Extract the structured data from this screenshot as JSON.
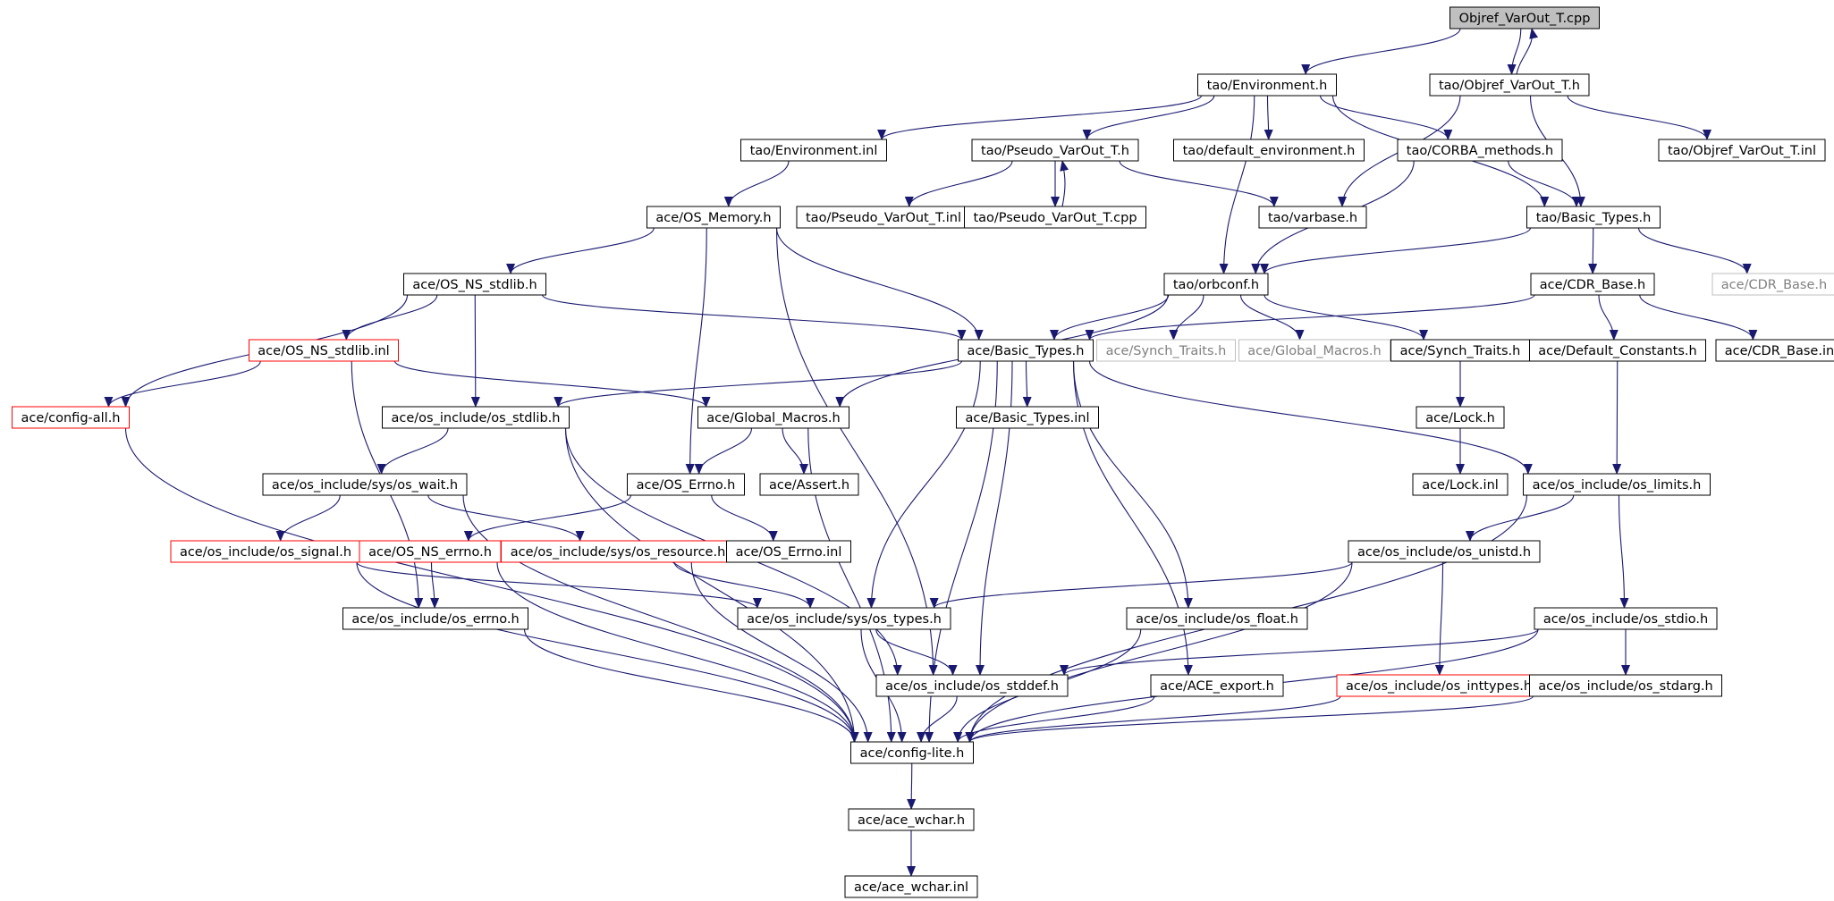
{
  "graph": {
    "nodes": [
      {
        "id": "objref_cpp",
        "label": "Objref_VarOut_T.cpp",
        "style": "root"
      },
      {
        "id": "tao_env_h",
        "label": "tao/Environment.h",
        "style": "normal"
      },
      {
        "id": "tao_objref_h",
        "label": "tao/Objref_VarOut_T.h",
        "style": "normal"
      },
      {
        "id": "tao_env_inl",
        "label": "tao/Environment.inl",
        "style": "normal"
      },
      {
        "id": "tao_pseudo_h",
        "label": "tao/Pseudo_VarOut_T.h",
        "style": "normal"
      },
      {
        "id": "tao_default_env",
        "label": "tao/default_environment.h",
        "style": "normal"
      },
      {
        "id": "tao_corba_methods",
        "label": "tao/CORBA_methods.h",
        "style": "normal"
      },
      {
        "id": "tao_objref_inl",
        "label": "tao/Objref_VarOut_T.inl",
        "style": "normal"
      },
      {
        "id": "ace_os_memory",
        "label": "ace/OS_Memory.h",
        "style": "normal"
      },
      {
        "id": "tao_pseudo_inl",
        "label": "tao/Pseudo_VarOut_T.inl",
        "style": "normal"
      },
      {
        "id": "tao_pseudo_cpp",
        "label": "tao/Pseudo_VarOut_T.cpp",
        "style": "normal"
      },
      {
        "id": "tao_varbase",
        "label": "tao/varbase.h",
        "style": "normal"
      },
      {
        "id": "tao_basic_types",
        "label": "tao/Basic_Types.h",
        "style": "normal"
      },
      {
        "id": "ace_os_ns_stdlib_h",
        "label": "ace/OS_NS_stdlib.h",
        "style": "normal"
      },
      {
        "id": "tao_orbconf",
        "label": "tao/orbconf.h",
        "style": "normal"
      },
      {
        "id": "ace_cdr_base_h",
        "label": "ace/CDR_Base.h",
        "style": "normal"
      },
      {
        "id": "ace_cdr_base_gray",
        "label": "ace/CDR_Base.h",
        "style": "gray"
      },
      {
        "id": "ace_os_ns_stdlib_inl",
        "label": "ace/OS_NS_stdlib.inl",
        "style": "red"
      },
      {
        "id": "ace_basic_types_h",
        "label": "ace/Basic_Types.h",
        "style": "normal"
      },
      {
        "id": "ace_synch_traits_gray",
        "label": "ace/Synch_Traits.h",
        "style": "gray"
      },
      {
        "id": "ace_global_macros_gray",
        "label": "ace/Global_Macros.h",
        "style": "gray"
      },
      {
        "id": "ace_synch_traits",
        "label": "ace/Synch_Traits.h",
        "style": "normal"
      },
      {
        "id": "ace_default_constants",
        "label": "ace/Default_Constants.h",
        "style": "normal"
      },
      {
        "id": "ace_cdr_base_inl",
        "label": "ace/CDR_Base.inl",
        "style": "normal"
      },
      {
        "id": "ace_config_all",
        "label": "ace/config-all.h",
        "style": "red"
      },
      {
        "id": "ace_os_stdlib",
        "label": "ace/os_include/os_stdlib.h",
        "style": "normal"
      },
      {
        "id": "ace_global_macros",
        "label": "ace/Global_Macros.h",
        "style": "normal"
      },
      {
        "id": "ace_basic_types_inl",
        "label": "ace/Basic_Types.inl",
        "style": "normal"
      },
      {
        "id": "ace_lock_h",
        "label": "ace/Lock.h",
        "style": "normal"
      },
      {
        "id": "ace_os_wait",
        "label": "ace/os_include/sys/os_wait.h",
        "style": "normal"
      },
      {
        "id": "ace_os_errno_h",
        "label": "ace/OS_Errno.h",
        "style": "normal"
      },
      {
        "id": "ace_assert",
        "label": "ace/Assert.h",
        "style": "normal"
      },
      {
        "id": "ace_lock_inl",
        "label": "ace/Lock.inl",
        "style": "normal"
      },
      {
        "id": "ace_os_limits",
        "label": "ace/os_include/os_limits.h",
        "style": "normal"
      },
      {
        "id": "ace_os_signal",
        "label": "ace/os_include/os_signal.h",
        "style": "red"
      },
      {
        "id": "ace_os_ns_errno",
        "label": "ace/OS_NS_errno.h",
        "style": "red"
      },
      {
        "id": "ace_os_resource",
        "label": "ace/os_include/sys/os_resource.h",
        "style": "red"
      },
      {
        "id": "ace_os_errno_inl",
        "label": "ace/OS_Errno.inl",
        "style": "normal"
      },
      {
        "id": "ace_os_unistd",
        "label": "ace/os_include/os_unistd.h",
        "style": "normal"
      },
      {
        "id": "ace_os_inc_errno",
        "label": "ace/os_include/os_errno.h",
        "style": "normal"
      },
      {
        "id": "ace_os_types",
        "label": "ace/os_include/sys/os_types.h",
        "style": "normal"
      },
      {
        "id": "ace_os_float",
        "label": "ace/os_include/os_float.h",
        "style": "normal"
      },
      {
        "id": "ace_os_stdio",
        "label": "ace/os_include/os_stdio.h",
        "style": "normal"
      },
      {
        "id": "ace_os_stddef",
        "label": "ace/os_include/os_stddef.h",
        "style": "normal"
      },
      {
        "id": "ace_ace_export",
        "label": "ace/ACE_export.h",
        "style": "normal"
      },
      {
        "id": "ace_os_inttypes",
        "label": "ace/os_include/os_inttypes.h",
        "style": "red"
      },
      {
        "id": "ace_os_stdarg",
        "label": "ace/os_include/os_stdarg.h",
        "style": "normal"
      },
      {
        "id": "ace_config_lite",
        "label": "ace/config-lite.h",
        "style": "normal"
      },
      {
        "id": "ace_ace_wchar_h",
        "label": "ace/ace_wchar.h",
        "style": "normal"
      },
      {
        "id": "ace_ace_wchar_inl",
        "label": "ace/ace_wchar.inl",
        "style": "normal"
      }
    ],
    "edges": [
      [
        "objref_cpp",
        "tao_env_h"
      ],
      [
        "objref_cpp",
        "tao_objref_h"
      ],
      [
        "tao_objref_h",
        "objref_cpp"
      ],
      [
        "tao_env_h",
        "tao_env_inl"
      ],
      [
        "tao_env_h",
        "tao_pseudo_h"
      ],
      [
        "tao_env_h",
        "tao_default_env"
      ],
      [
        "tao_env_h",
        "tao_corba_methods"
      ],
      [
        "tao_env_h",
        "tao_orbconf"
      ],
      [
        "tao_env_h",
        "tao_basic_types"
      ],
      [
        "tao_objref_h",
        "tao_objref_inl"
      ],
      [
        "tao_objref_h",
        "tao_varbase"
      ],
      [
        "tao_objref_h",
        "tao_basic_types"
      ],
      [
        "tao_env_inl",
        "ace_os_memory"
      ],
      [
        "tao_pseudo_h",
        "tao_pseudo_inl"
      ],
      [
        "tao_pseudo_h",
        "tao_pseudo_cpp"
      ],
      [
        "tao_pseudo_cpp",
        "tao_pseudo_h"
      ],
      [
        "tao_pseudo_h",
        "tao_varbase"
      ],
      [
        "tao_corba_methods",
        "tao_basic_types"
      ],
      [
        "tao_corba_methods",
        "tao_orbconf"
      ],
      [
        "ace_os_memory",
        "ace_os_ns_stdlib_h"
      ],
      [
        "ace_os_memory",
        "ace_os_errno_h"
      ],
      [
        "ace_os_memory",
        "ace_basic_types_h"
      ],
      [
        "ace_os_memory",
        "ace_os_stddef"
      ],
      [
        "tao_basic_types",
        "tao_orbconf"
      ],
      [
        "tao_basic_types",
        "ace_cdr_base_h"
      ],
      [
        "tao_basic_types",
        "ace_cdr_base_gray"
      ],
      [
        "ace_os_ns_stdlib_h",
        "ace_os_ns_stdlib_inl"
      ],
      [
        "ace_os_ns_stdlib_h",
        "ace_config_all"
      ],
      [
        "ace_os_ns_stdlib_h",
        "ace_basic_types_h"
      ],
      [
        "ace_os_ns_stdlib_h",
        "ace_os_stdlib"
      ],
      [
        "tao_orbconf",
        "ace_basic_types_h"
      ],
      [
        "tao_orbconf",
        "ace_synch_traits_gray"
      ],
      [
        "tao_orbconf",
        "ace_global_macros_gray"
      ],
      [
        "tao_orbconf",
        "ace_synch_traits"
      ],
      [
        "tao_orbconf",
        "ace_global_macros"
      ],
      [
        "ace_cdr_base_h",
        "ace_basic_types_h"
      ],
      [
        "ace_cdr_base_h",
        "ace_default_constants"
      ],
      [
        "ace_cdr_base_h",
        "ace_cdr_base_inl"
      ],
      [
        "ace_os_ns_stdlib_inl",
        "ace_config_all"
      ],
      [
        "ace_os_ns_stdlib_inl",
        "ace_global_macros"
      ],
      [
        "ace_os_ns_stdlib_inl",
        "ace_os_inc_errno"
      ],
      [
        "ace_basic_types_h",
        "ace_os_stdlib"
      ],
      [
        "ace_basic_types_h",
        "ace_basic_types_inl"
      ],
      [
        "ace_basic_types_h",
        "ace_os_limits"
      ],
      [
        "ace_basic_types_h",
        "ace_os_types"
      ],
      [
        "ace_basic_types_h",
        "ace_os_stddef"
      ],
      [
        "ace_basic_types_h",
        "ace_os_float"
      ],
      [
        "ace_basic_types_h",
        "ace_ace_export"
      ],
      [
        "ace_basic_types_h",
        "ace_config_lite"
      ],
      [
        "ace_synch_traits",
        "ace_lock_h"
      ],
      [
        "ace_default_constants",
        "ace_os_limits"
      ],
      [
        "ace_config_all",
        "ace_config_lite"
      ],
      [
        "ace_os_stdlib",
        "ace_os_wait"
      ],
      [
        "ace_os_stdlib",
        "ace_os_stddef"
      ],
      [
        "ace_os_stdlib",
        "ace_config_lite"
      ],
      [
        "ace_global_macros",
        "ace_os_errno_h"
      ],
      [
        "ace_global_macros",
        "ace_assert"
      ],
      [
        "ace_global_macros",
        "ace_config_lite"
      ],
      [
        "ace_lock_h",
        "ace_lock_inl"
      ],
      [
        "ace_os_wait",
        "ace_os_signal"
      ],
      [
        "ace_os_wait",
        "ace_os_resource"
      ],
      [
        "ace_os_wait",
        "ace_config_lite"
      ],
      [
        "ace_os_errno_h",
        "ace_os_ns_errno"
      ],
      [
        "ace_os_errno_h",
        "ace_os_errno_inl"
      ],
      [
        "ace_os_limits",
        "ace_os_unistd"
      ],
      [
        "ace_os_limits",
        "ace_os_stdio"
      ],
      [
        "ace_os_limits",
        "ace_config_lite"
      ],
      [
        "ace_os_signal",
        "ace_os_types"
      ],
      [
        "ace_os_signal",
        "ace_config_lite"
      ],
      [
        "ace_os_ns_errno",
        "ace_os_inc_errno"
      ],
      [
        "ace_os_ns_errno",
        "ace_config_lite"
      ],
      [
        "ace_os_resource",
        "ace_os_types"
      ],
      [
        "ace_os_resource",
        "ace_config_lite"
      ],
      [
        "ace_os_unistd",
        "ace_os_types"
      ],
      [
        "ace_os_unistd",
        "ace_os_inttypes"
      ],
      [
        "ace_os_unistd",
        "ace_config_lite"
      ],
      [
        "ace_os_inc_errno",
        "ace_config_lite"
      ],
      [
        "ace_os_types",
        "ace_os_stddef"
      ],
      [
        "ace_os_types",
        "ace_config_lite"
      ],
      [
        "ace_os_float",
        "ace_config_lite"
      ],
      [
        "ace_os_stdio",
        "ace_os_stddef"
      ],
      [
        "ace_os_stdio",
        "ace_os_stdarg"
      ],
      [
        "ace_os_stdio",
        "ace_config_lite"
      ],
      [
        "ace_os_stddef",
        "ace_config_lite"
      ],
      [
        "ace_ace_export",
        "ace_config_lite"
      ],
      [
        "ace_os_inttypes",
        "ace_config_lite"
      ],
      [
        "ace_os_stdarg",
        "ace_config_lite"
      ],
      [
        "ace_config_lite",
        "ace_ace_wchar_h"
      ],
      [
        "ace_ace_wchar_h",
        "ace_ace_wchar_inl"
      ]
    ]
  },
  "colors": {
    "edge": "#191970",
    "root_fill": "#bfbfbf",
    "normal_border": "#000000",
    "red_border": "#ff0000",
    "gray_border": "#bfbfbf",
    "gray_text": "#808080"
  }
}
